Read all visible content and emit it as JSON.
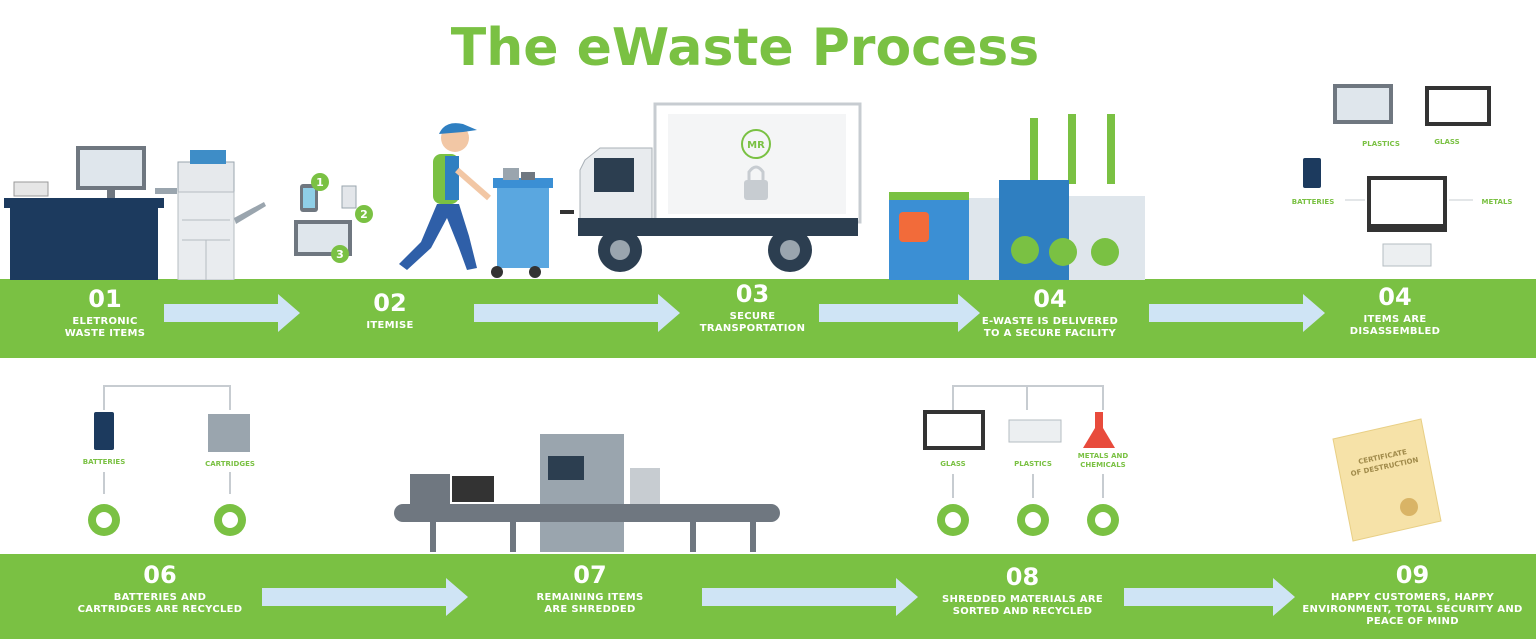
{
  "title": "The eWaste Process",
  "colors": {
    "green": "#7ac143",
    "arrow": "#cfe4f5",
    "navy": "#1c3a5e",
    "blue": "#3b8fd4"
  },
  "steps": [
    {
      "num": "01",
      "label": "ELETRONIC\nWASTE ITEMS"
    },
    {
      "num": "02",
      "label": "ITEMISE"
    },
    {
      "num": "03",
      "label": "SECURE\nTRANSPORTATION"
    },
    {
      "num": "04",
      "label": "E-WASTE IS DELIVERED\nTO A SECURE FACILITY"
    },
    {
      "num": "04",
      "label": "ITEMS ARE\nDISASSEMBLED"
    },
    {
      "num": "06",
      "label": "BATTERIES AND\nCARTRIDGES ARE RECYCLED"
    },
    {
      "num": "07",
      "label": "REMAINING ITEMS\nARE SHREDDED"
    },
    {
      "num": "08",
      "label": "SHREDDED MATERIALS ARE\nSORTED AND RECYCLED"
    },
    {
      "num": "09",
      "label": "HAPPY CUSTOMERS, HAPPY\nENVIRONMENT, TOTAL SECURITY AND\nPEACE OF MIND"
    }
  ],
  "itemise_badges": [
    "1",
    "2",
    "3"
  ],
  "truck_logo": "MR",
  "disassembly_labels": {
    "plastics": "PLASTICS",
    "glass": "GLASS",
    "batteries": "BATTERIES",
    "metals": "METALS"
  },
  "recycle_labels_1": {
    "batteries": "BATTERIES",
    "cartridges": "CARTRIDGES"
  },
  "recycle_labels_2": {
    "glass": "GLASS",
    "plastics": "PLASTICS",
    "metals_line1": "METALS AND",
    "metals_line2": "CHEMICALS"
  },
  "certificate": {
    "line1": "CERTIFICATE",
    "line2": "OF DESTRUCTION"
  }
}
